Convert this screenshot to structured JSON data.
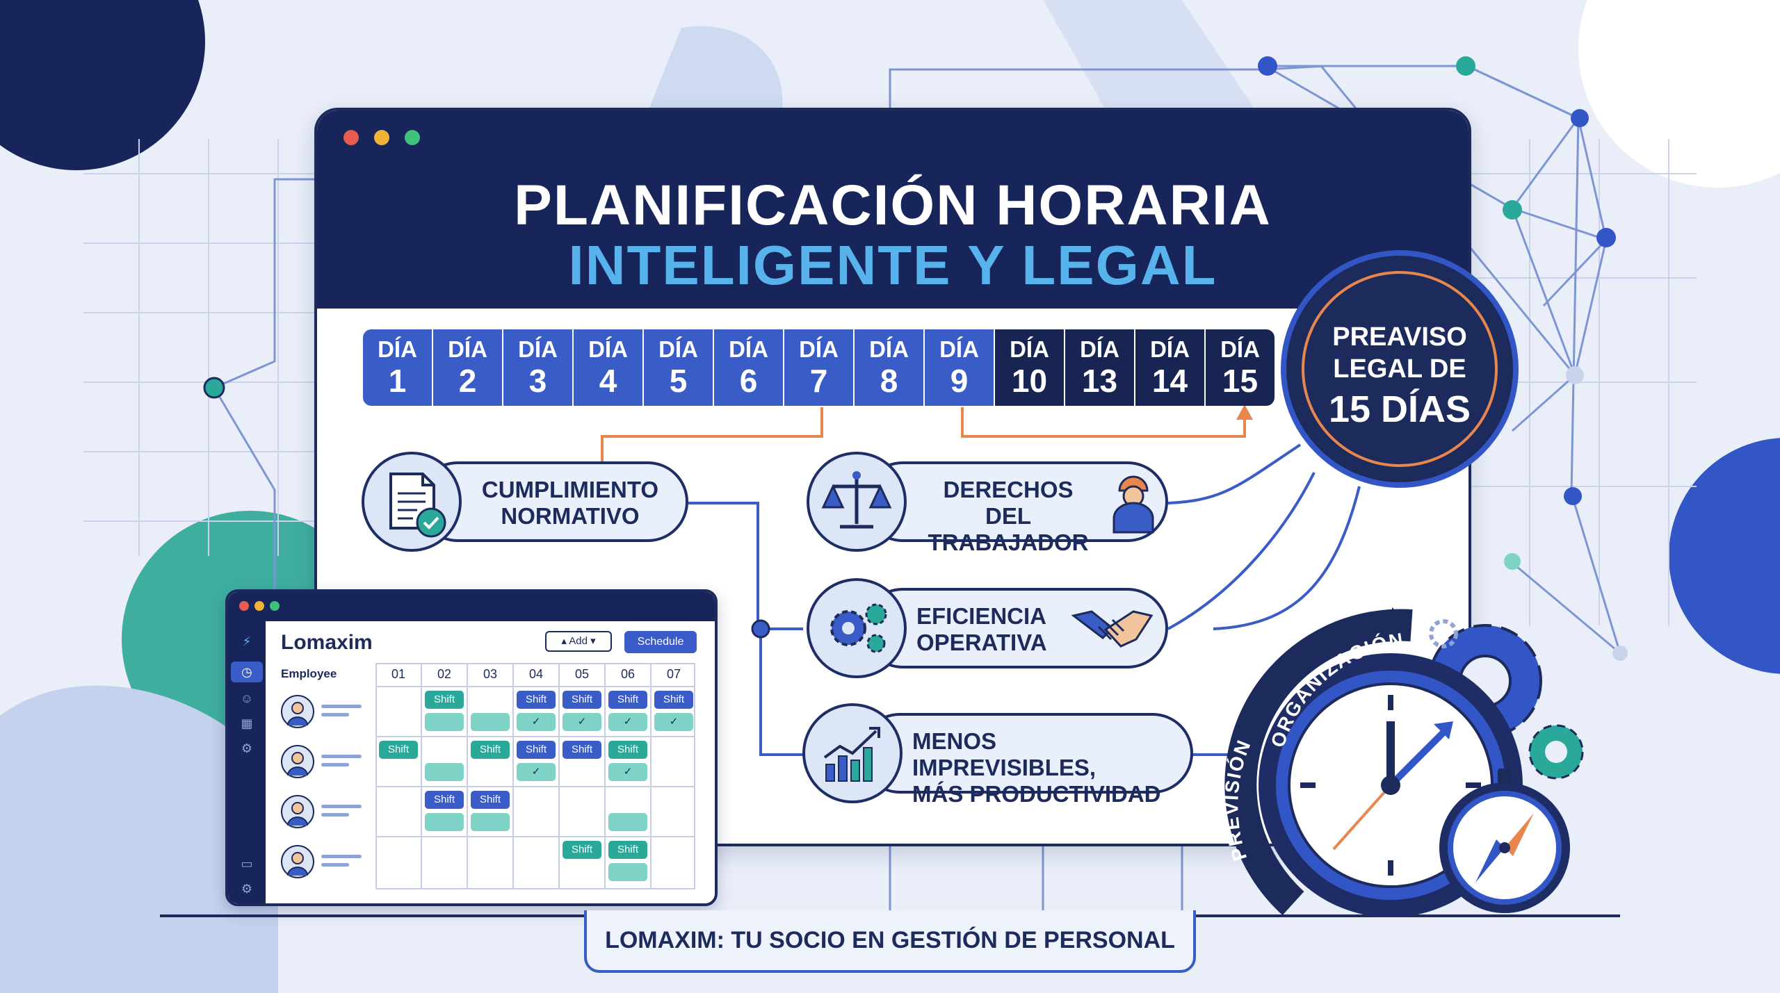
{
  "header": {
    "title_line1": "PLANIFICACIÓN HORARIA",
    "title_line2": "INTELIGENTE Y LEGAL"
  },
  "days": [
    {
      "label": "DÍA",
      "num": "1",
      "dark": false
    },
    {
      "label": "DÍA",
      "num": "2",
      "dark": false
    },
    {
      "label": "DÍA",
      "num": "3",
      "dark": false
    },
    {
      "label": "DÍA",
      "num": "4",
      "dark": false
    },
    {
      "label": "DÍA",
      "num": "5",
      "dark": false
    },
    {
      "label": "DÍA",
      "num": "6",
      "dark": false
    },
    {
      "label": "DÍA",
      "num": "7",
      "dark": false
    },
    {
      "label": "DÍA",
      "num": "8",
      "dark": false
    },
    {
      "label": "DÍA",
      "num": "9",
      "dark": false
    },
    {
      "label": "DÍA",
      "num": "10",
      "dark": true
    },
    {
      "label": "DÍA",
      "num": "13",
      "dark": true
    },
    {
      "label": "DÍA",
      "num": "14",
      "dark": true
    },
    {
      "label": "DÍA",
      "num": "15",
      "dark": true
    }
  ],
  "badge": {
    "line1": "PREAVISO",
    "line2": "LEGAL DE",
    "line3": "15 DÍAS"
  },
  "features": {
    "cumplimiento": {
      "line1": "CUMPLIMIENTO",
      "line2": "NORMATIVO",
      "icon": "document-check-icon"
    },
    "derechos": {
      "line1": "DERECHOS DEL",
      "line2": "TRABAJADOR",
      "icon": "scales-icon"
    },
    "eficiencia": {
      "line1": "EFICIENCIA",
      "line2": "OPERATIVA",
      "icon": "gears-icon"
    },
    "menos": {
      "line1": "MENOS IMPREVISIBLES,",
      "line2": "MÁS PRODUCTIVIDAD",
      "icon": "growth-chart-icon"
    }
  },
  "app": {
    "title": "Lomaxim",
    "add_label": "▴ Add ▾",
    "schedule_label": "Schedule",
    "employee_label": "Employee",
    "columns": [
      "01",
      "02",
      "03",
      "04",
      "05",
      "06",
      "07"
    ],
    "shift_label": "Shift",
    "check": "✓",
    "rows": [
      {
        "shifts": [
          {
            "col": 1,
            "kind": "teal",
            "label": true
          },
          {
            "col": 1,
            "kind": "light",
            "label": false,
            "slot": 1
          },
          {
            "col": 2,
            "kind": "light",
            "label": false,
            "slot": 1
          },
          {
            "col": 3,
            "kind": "blue",
            "label": true
          },
          {
            "col": 3,
            "kind": "light",
            "check": true,
            "slot": 1
          },
          {
            "col": 4,
            "kind": "blue",
            "label": true
          },
          {
            "col": 4,
            "kind": "light",
            "check": true,
            "slot": 1
          },
          {
            "col": 5,
            "kind": "blue",
            "label": true
          },
          {
            "col": 5,
            "kind": "light",
            "check": true,
            "slot": 1
          },
          {
            "col": 6,
            "kind": "blue",
            "label": true
          },
          {
            "col": 6,
            "kind": "light",
            "check": true,
            "slot": 1
          }
        ]
      },
      {
        "shifts": [
          {
            "col": 0,
            "kind": "teal",
            "label": true
          },
          {
            "col": 1,
            "kind": "light",
            "label": false,
            "slot": 1
          },
          {
            "col": 2,
            "kind": "teal",
            "label": true
          },
          {
            "col": 3,
            "kind": "blue",
            "label": true
          },
          {
            "col": 3,
            "kind": "light",
            "check": true,
            "slot": 1
          },
          {
            "col": 4,
            "kind": "blue",
            "label": true
          },
          {
            "col": 5,
            "kind": "teal",
            "label": true
          },
          {
            "col": 5,
            "kind": "light",
            "check": true,
            "slot": 1
          }
        ]
      },
      {
        "shifts": [
          {
            "col": 1,
            "kind": "blue",
            "label": true
          },
          {
            "col": 1,
            "kind": "light",
            "label": false,
            "slot": 1
          },
          {
            "col": 2,
            "kind": "blue",
            "label": true
          },
          {
            "col": 2,
            "kind": "light",
            "label": false,
            "slot": 1
          },
          {
            "col": 5,
            "kind": "light",
            "label": false,
            "slot": 1
          }
        ]
      },
      {
        "shifts": [
          {
            "col": 4,
            "kind": "teal",
            "label": true
          },
          {
            "col": 5,
            "kind": "teal",
            "label": true
          },
          {
            "col": 5,
            "kind": "light",
            "label": false,
            "slot": 1
          }
        ]
      }
    ]
  },
  "clock": {
    "label_top": "ORGANIZACIÓN",
    "label_left": "PREVISIÓN"
  },
  "footer": {
    "text": "LOMAXIM: TU SOCIO EN GESTIÓN DE PERSONAL"
  },
  "colors": {
    "navy": "#18255a",
    "blue": "#3a5cc7",
    "light_blue": "#58b3ec",
    "teal": "#2aa89a",
    "orange": "#e8874d"
  }
}
